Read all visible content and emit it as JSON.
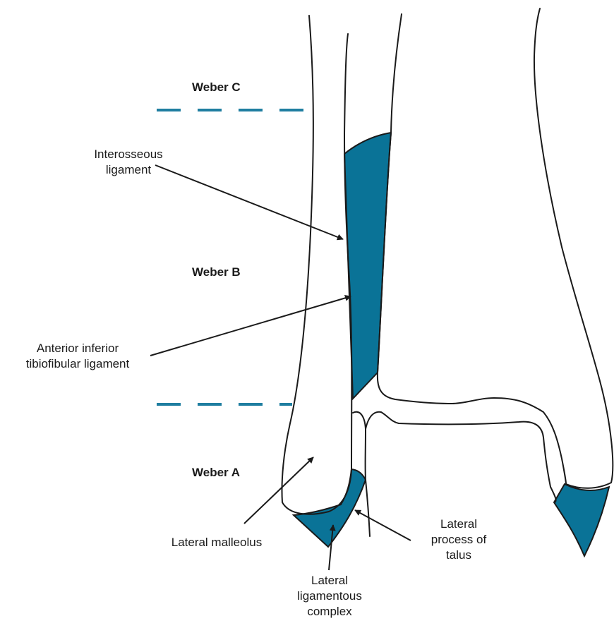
{
  "colors": {
    "ligament": "#0a7397",
    "dashed": "#1f7ea0",
    "outline": "#1a1a1a",
    "background": "#ffffff"
  },
  "zones": {
    "weber_c": "Weber C",
    "weber_b": "Weber B",
    "weber_a": "Weber A"
  },
  "labels": {
    "interosseous_ligament": [
      "Interosseous",
      "ligament"
    ],
    "anterior_inferior_tibiofibular_ligament": [
      "Anterior inferior",
      "tibiofibular ligament"
    ],
    "lateral_malleolus": [
      "Lateral malleolus"
    ],
    "lateral_process_of_talus": [
      "Lateral",
      "process of",
      "talus"
    ],
    "lateral_ligamentous_complex": [
      "Lateral",
      "ligamentous",
      "complex"
    ]
  }
}
